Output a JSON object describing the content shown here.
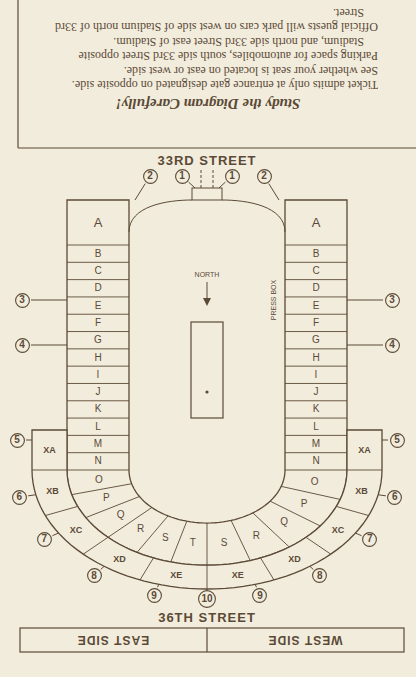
{
  "diagram": {
    "title": "Study the Diagram Carefully!",
    "nodes": [
      {
        "text": [
          "2"
        ]
      },
      {
        "text": [
          "1"
        ]
      },
      {
        "text": [
          "1"
        ]
      },
      {
        "text": [
          "2"
        ]
      },
      {
        "text": [
          "3"
        ]
      },
      {
        "text": [
          "4"
        ]
      },
      {
        "text": [
          "5"
        ]
      },
      {
        "text": [
          "6"
        ]
      },
      {
        "text": [
          "7"
        ]
      },
      {
        "text": [
          "8"
        ]
      },
      {
        "text": [
          "9"
        ]
      },
      {
        "text": [
          "3"
        ]
      },
      {
        "text": [
          "4"
        ]
      },
      {
        "text": [
          "5"
        ]
      },
      {
        "text": [
          "6"
        ]
      },
      {
        "text": [
          "7"
        ]
      },
      {
        "text": [
          "8"
        ]
      },
      {
        "text": [
          "9"
        ]
      },
      {
        "text": [
          "10"
        ]
      }
    ],
    "labels": [
      "Ticket admits only at entrance gate designated on opposite side.",
      "See whether your seat is located on east or west side.",
      "Parking space for automobiles, south side 33rd Street opposite Stadium, and north side 33rd Street east of Stadium.",
      "Official guests will park cars on west side of Stadium north of 33rd Street.",
      "33RD STREET",
      "NORTH",
      "PRESS BOX",
      "A",
      "A",
      "B",
      "C",
      "D",
      "E",
      "F",
      "G",
      "H",
      "I",
      "J",
      "K",
      "L",
      "M",
      "N",
      "O",
      "P",
      "Q",
      "R",
      "S",
      "T",
      "B",
      "C",
      "D",
      "E",
      "F",
      "G",
      "H",
      "I",
      "J",
      "K",
      "L",
      "M",
      "N",
      "O",
      "P",
      "Q",
      "R",
      "S",
      "XA",
      "XB",
      "XC",
      "XD",
      "XE",
      "XA",
      "XB",
      "XC",
      "XD",
      "XE",
      "36TH STREET",
      "EAST SIDE",
      "WEST SIDE"
    ]
  }
}
